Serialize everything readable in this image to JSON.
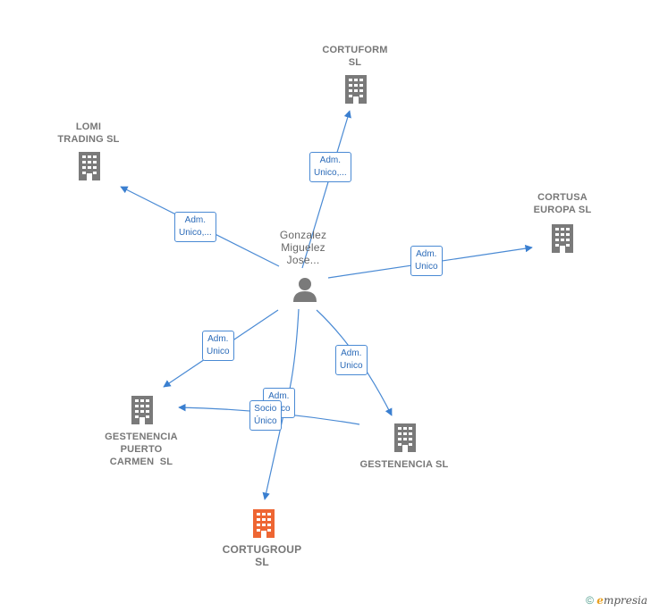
{
  "nodes": {
    "person": {
      "line1": "Gonzalez",
      "line2": "Miguelez",
      "line3": "Jose..."
    },
    "cortuform": {
      "line1": "CORTUFORM",
      "line2": "SL"
    },
    "lomi": {
      "line1": "LOMI",
      "line2": "TRADING SL"
    },
    "cortusa": {
      "line1": "CORTUSA",
      "line2": "EUROPA SL"
    },
    "gestenencia_puerto": {
      "line1": "GESTENENCIA",
      "line2": "PUERTO",
      "line3": "CARMEN  SL"
    },
    "gestenencia": {
      "line1": "GESTENENCIA SL"
    },
    "cortugroup": {
      "line1": "CORTUGROUP",
      "line2": "SL"
    }
  },
  "edges": {
    "e_cortuform": {
      "line1": "Adm.",
      "line2": "Unico,..."
    },
    "e_lomi": {
      "line1": "Adm.",
      "line2": "Unico,..."
    },
    "e_cortusa": {
      "line1": "Adm.",
      "line2": "Unico"
    },
    "e_puerto": {
      "line1": "Adm.",
      "line2": "Unico"
    },
    "e_gestenencia": {
      "line1": "Adm.",
      "line2": "Unico"
    },
    "e_cortugroup_adm": {
      "line1": "Adm.",
      "line2": "Unico"
    },
    "e_cortugroup_socio": {
      "line1": "Socio",
      "line2": "Único"
    }
  },
  "footer": {
    "copyright": "©",
    "brand_e": "e",
    "brand_rest": "mpresia"
  },
  "colors": {
    "edge": "#4a8ad4",
    "building": "#7a7a7a",
    "focus_building": "#ee6633",
    "person": "#7a7a7a"
  }
}
